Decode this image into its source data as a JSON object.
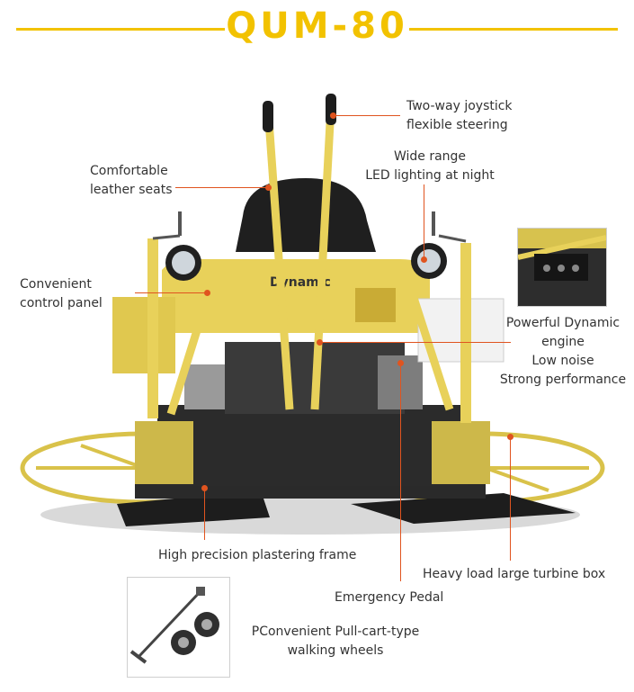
{
  "header": {
    "title": "QUM-80"
  },
  "callouts": {
    "joystick": [
      "Two-way joystick",
      "flexible steering"
    ],
    "lighting": [
      "Wide range",
      "LED lighting at night"
    ],
    "seats": [
      "Comfortable",
      "leather seats"
    ],
    "panel": [
      "Convenient",
      "control panel"
    ],
    "engine": [
      "Powerful Dynamic",
      "engine",
      "Low noise",
      "Strong performance"
    ],
    "frame": "High precision plastering frame",
    "turbine": "Heavy load large turbine box",
    "pedal": "Emergency Pedal",
    "wheels": [
      "PConvenient Pull-cart-type",
      "walking wheels"
    ]
  },
  "colors": {
    "accent": "#f2c200",
    "leader": "#e0541f",
    "machine_yellow": "#e8d15a"
  }
}
